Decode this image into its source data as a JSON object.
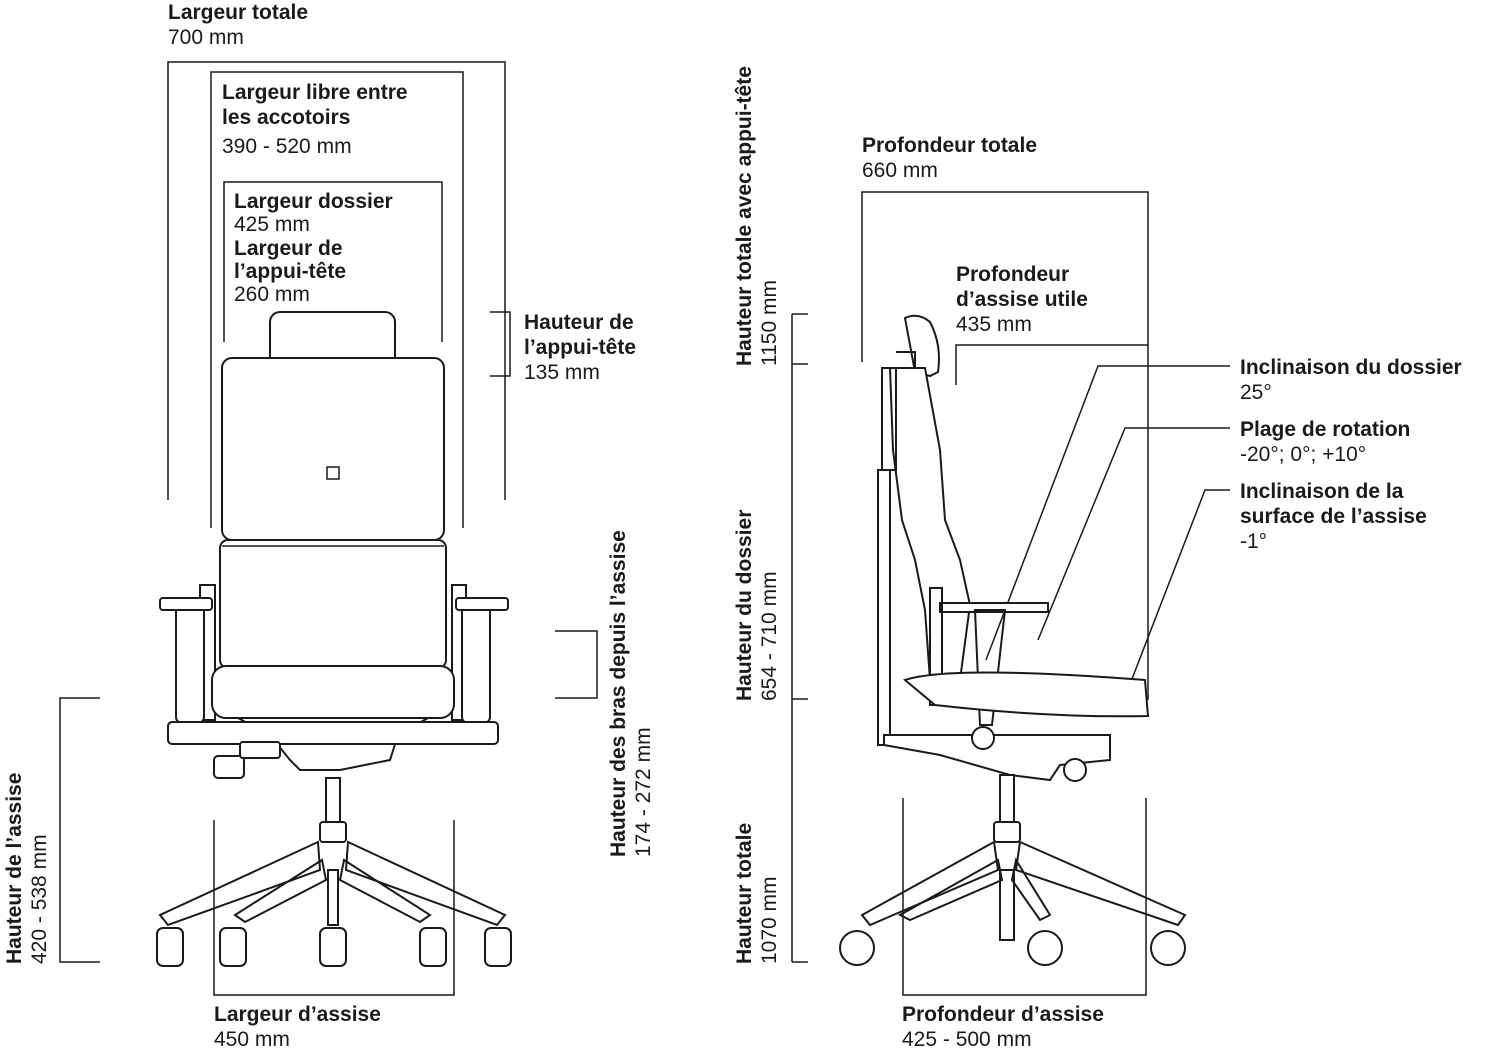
{
  "front_view": {
    "overall_width": {
      "title": "Largeur totale",
      "value": "700 mm"
    },
    "clear_width_armrests": {
      "title_line1": "Largeur libre entre",
      "title_line2": "les accotoirs",
      "value": "390 - 520 mm"
    },
    "backrest_width": {
      "title": "Largeur dossier",
      "value": "425 mm"
    },
    "headrest_width": {
      "title_line1": "Largeur de",
      "title_line2": "l’appui-tête",
      "value": "260 mm"
    },
    "headrest_height": {
      "title_line1": "Hauteur de",
      "title_line2": "l’appui-tête",
      "value": "135 mm"
    },
    "arm_height": {
      "title": "Hauteur des bras depuis l’assise",
      "value": "174 - 272 mm"
    },
    "seat_height": {
      "title": "Hauteur de l’assise",
      "value": "420 - 538 mm"
    },
    "seat_width": {
      "title": "Largeur d’assise",
      "value": "450 mm"
    }
  },
  "side_view": {
    "overall_depth": {
      "title": "Profondeur totale",
      "value": "660 mm"
    },
    "height_with_headrest": {
      "title": "Hauteur totale avec appui-tête",
      "value": "1150 mm"
    },
    "usable_seat_depth": {
      "title_line1": "Profondeur",
      "title_line2": "d’assise utile",
      "value": "435 mm"
    },
    "backrest_tilt": {
      "title": "Inclinaison du dossier",
      "value": "25°"
    },
    "rotation_range": {
      "title": "Plage de rotation",
      "value": "-20°; 0°; +10°"
    },
    "seat_surface_tilt": {
      "title_line1": "Inclinaison de la",
      "title_line2": "surface de l’assise",
      "value": "-1°"
    },
    "backrest_height": {
      "title": "Hauteur du dossier",
      "value": "654 - 710 mm"
    },
    "overall_height": {
      "title": "Hauteur totale",
      "value": "1070 mm"
    },
    "seat_depth": {
      "title": "Profondeur d’assise",
      "value": "425 - 500 mm"
    }
  }
}
